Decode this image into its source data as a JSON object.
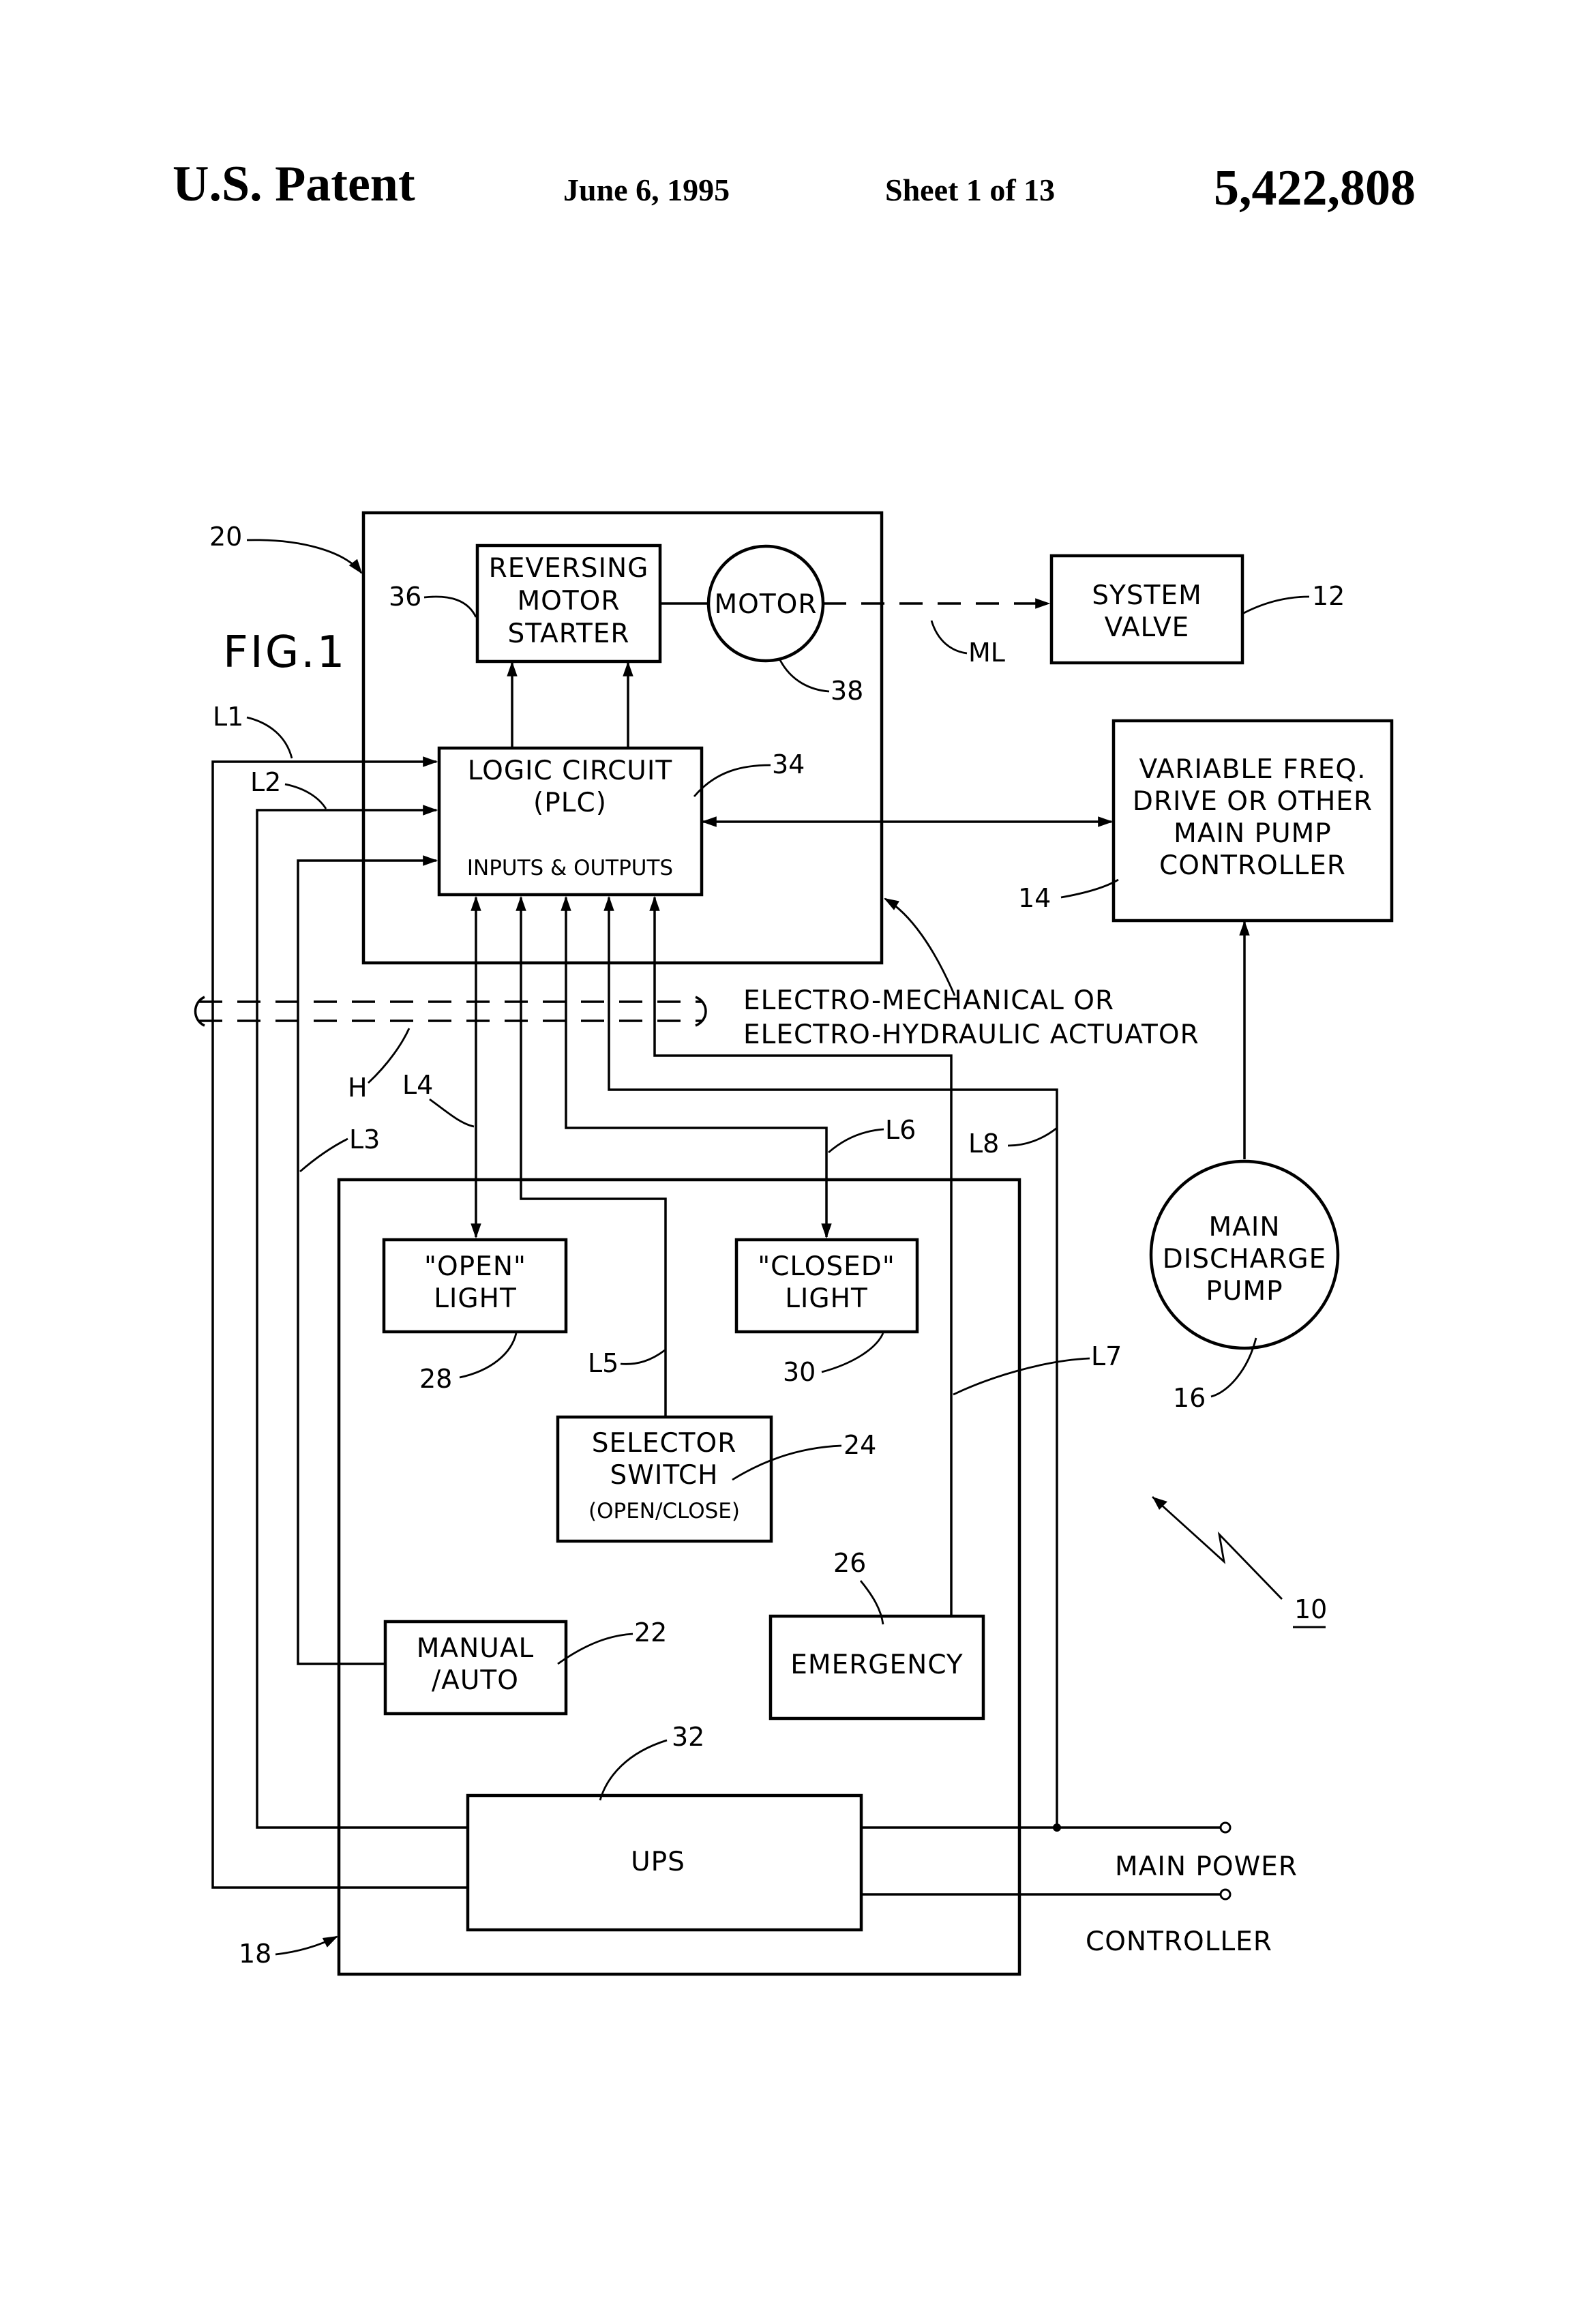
{
  "header": {
    "patent_label": "U.S. Patent",
    "date": "June 6, 1995",
    "sheet": "Sheet 1 of 13",
    "patent_number": "5,422,808"
  },
  "figure": {
    "title": "FIG.1",
    "system_ref": "10",
    "blocks": {
      "reversing_motor_starter": [
        "REVERSING",
        "MOTOR",
        "STARTER"
      ],
      "motor": "MOTOR",
      "system_valve": [
        "SYSTEM",
        "VALVE"
      ],
      "logic_circuit": [
        "LOGIC CIRCUIT",
        "(PLC)",
        "INPUTS & OUTPUTS"
      ],
      "vfd": [
        "VARIABLE FREQ.",
        "DRIVE OR OTHER",
        "MAIN PUMP",
        "CONTROLLER"
      ],
      "actuator_note": [
        "ELECTRO-MECHANICAL OR",
        "ELECTRO-HYDRAULIC ACTUATOR"
      ],
      "main_discharge_pump": [
        "MAIN",
        "DISCHARGE",
        "PUMP"
      ],
      "open_light": [
        "\"OPEN\"",
        "LIGHT"
      ],
      "closed_light": [
        "\"CLOSED\"",
        "LIGHT"
      ],
      "selector_switch": [
        "SELECTOR",
        "SWITCH",
        "(OPEN/CLOSE)"
      ],
      "manual_auto": [
        "MANUAL",
        "/AUTO"
      ],
      "emergency": "EMERGENCY",
      "ups": "UPS",
      "main_power": "MAIN POWER",
      "controller": "CONTROLLER"
    },
    "refs": {
      "actuator": "20",
      "starter": "36",
      "motor": "38",
      "valve": "12",
      "plc": "34",
      "vfd": "14",
      "pump": "16",
      "open_light": "28",
      "closed_light": "30",
      "selector": "24",
      "emergency": "26",
      "manual_auto": "22",
      "ups": "32",
      "controller_box": "18"
    },
    "lines": {
      "L1": "L1",
      "L2": "L2",
      "L3": "L3",
      "L4": "L4",
      "L5": "L5",
      "L6": "L6",
      "L7": "L7",
      "L8": "L8",
      "ML": "ML",
      "H": "H"
    }
  }
}
